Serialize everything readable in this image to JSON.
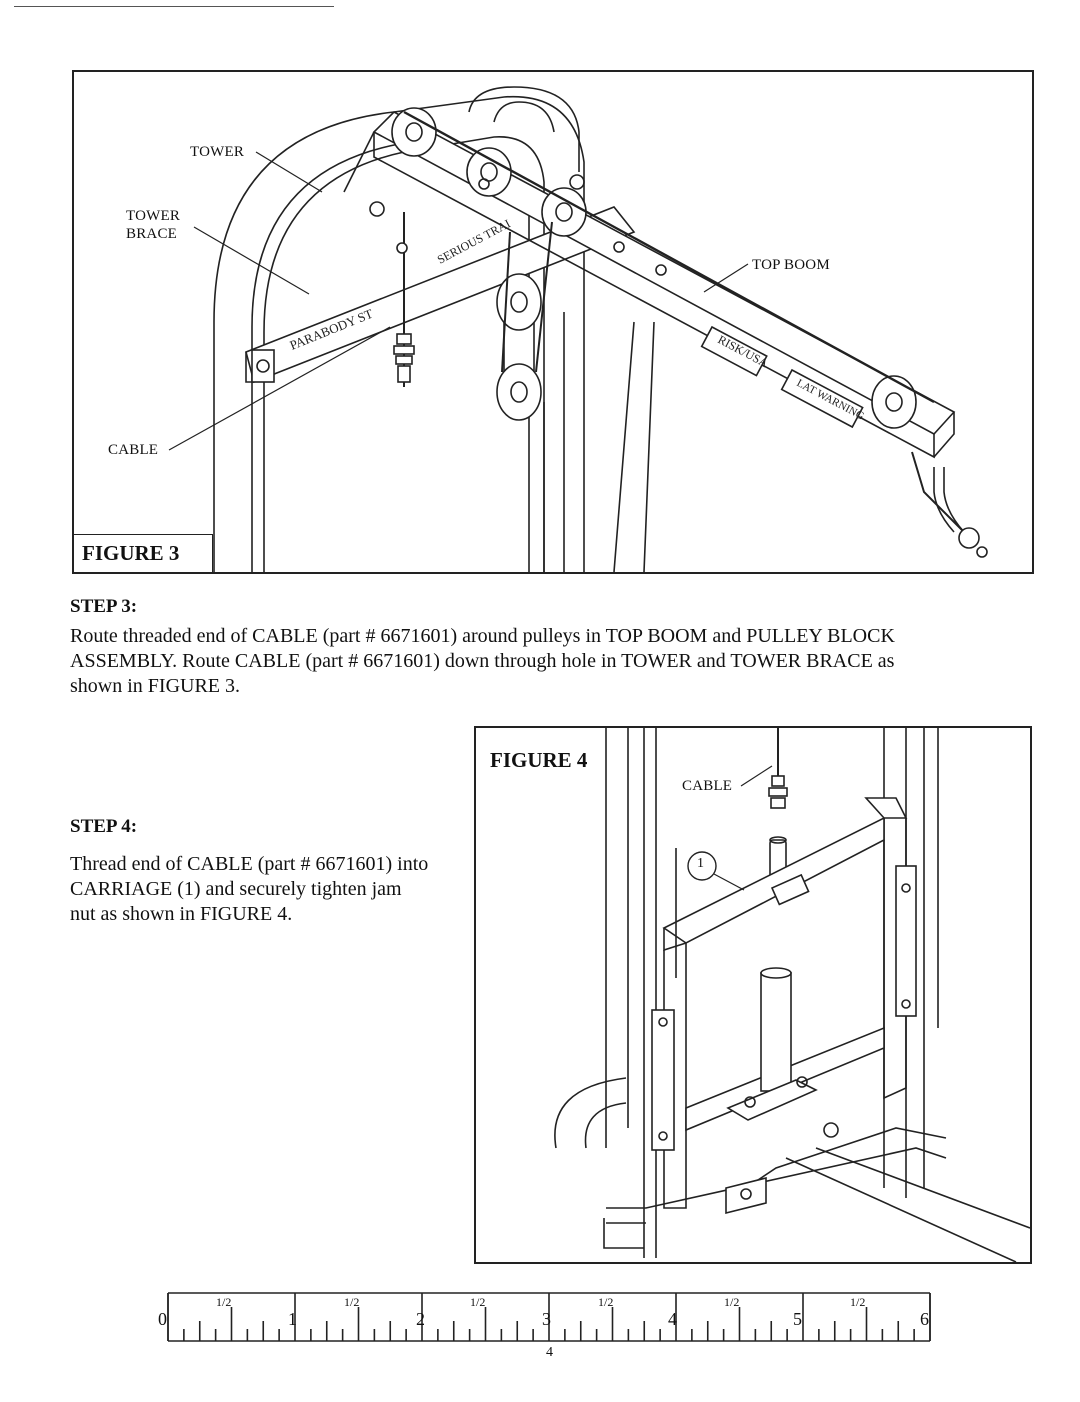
{
  "figure3": {
    "title": "FIGURE 3",
    "labels": {
      "tower": "TOWER",
      "tower_brace_line1": "TOWER",
      "tower_brace_line2": "BRACE",
      "top_boom": "TOP BOOM",
      "cable": "CABLE"
    },
    "decals": {
      "serious": "SERIOUS TRAI",
      "parabody": "PARABODY ST",
      "risk": "RISK/USA",
      "lat_warning": "LAT WARNING"
    }
  },
  "step3": {
    "heading": "STEP 3:",
    "line1": "Route threaded end of  CABLE (part # 6671601) around pulleys in TOP BOOM and PULLEY BLOCK",
    "line2": "ASSEMBLY. Route CABLE (part # 6671601) down through hole in TOWER and TOWER BRACE as",
    "line3": "shown in FIGURE 3."
  },
  "figure4": {
    "title": "FIGURE 4",
    "labels": {
      "cable": "CABLE",
      "callout": "1"
    }
  },
  "step4": {
    "heading": "STEP 4:",
    "line1": "Thread end of CABLE (part # 6671601) into",
    "line2": "CARRIAGE (1) and securely tighten jam",
    "line3": "nut as shown in FIGURE 4."
  },
  "ruler": {
    "numbers": [
      "0",
      "1",
      "2",
      "3",
      "4",
      "5",
      "6"
    ],
    "half_label": "1/2",
    "page_number": "4"
  }
}
